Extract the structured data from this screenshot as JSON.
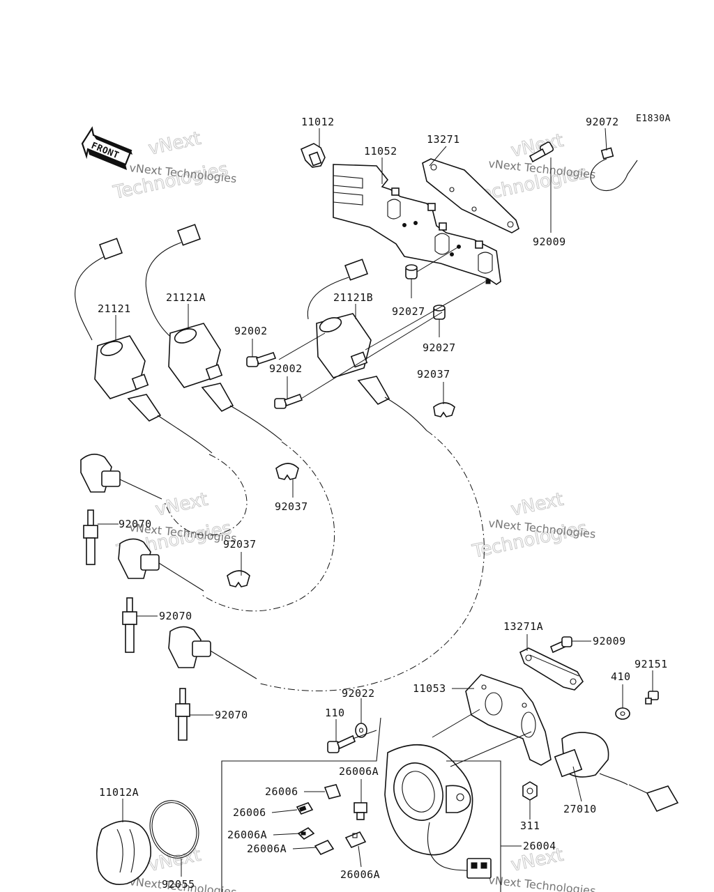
{
  "diagram_code": "E1830A",
  "front_label": "FRONT",
  "watermark": {
    "small": "vNext Technologies",
    "large_top": "vNext",
    "large_bottom": "Technologies"
  },
  "labels": {
    "p11012": "11012",
    "p13271": "13271",
    "p11052": "11052",
    "p92072": "92072",
    "p92009_top": "92009",
    "p21121": "21121",
    "p21121A": "21121A",
    "p21121B": "21121B",
    "p92027_a": "92027",
    "p92027_b": "92027",
    "p92002_a": "92002",
    "p92002_b": "92002",
    "p92037_a": "92037",
    "p92037_b": "92037",
    "p92037_c": "92037",
    "p92070_a": "92070",
    "p92070_b": "92070",
    "p92070_c": "92070",
    "p13271A": "13271A",
    "p92009_bot": "92009",
    "p92151": "92151",
    "p410": "410",
    "p11053": "11053",
    "p92022": "92022",
    "p110": "110",
    "p26006A_top": "26006A",
    "p26006_a": "26006",
    "p26006_b": "26006",
    "p26006A_a": "26006A",
    "p26006A_b": "26006A",
    "p26006A_bot": "26006A",
    "p311": "311",
    "p27010": "27010",
    "p26004": "26004",
    "p11012A": "11012A",
    "p92055": "92055"
  }
}
